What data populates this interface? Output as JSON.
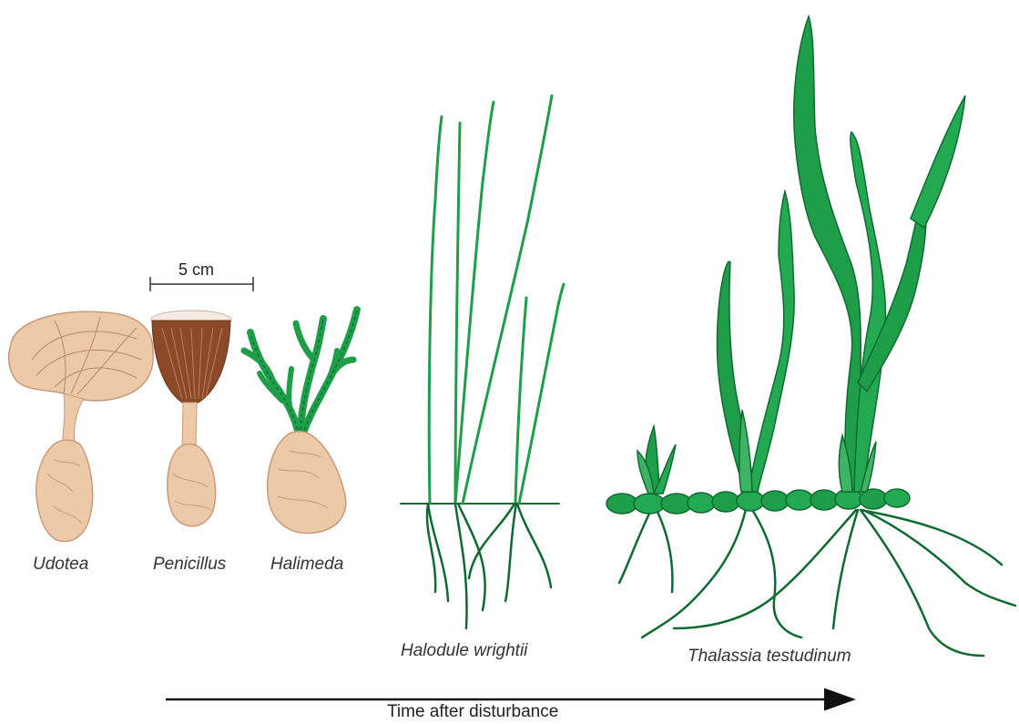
{
  "scale_bar": {
    "label": "5 cm"
  },
  "species": {
    "udotea": "Udotea",
    "penicillus": "Penicillus",
    "halimeda": "Halimeda",
    "halodule": "Halodule wrightii",
    "thalassia": "Thalassia testudinum"
  },
  "axis": {
    "label": "Time after disturbance"
  },
  "colors": {
    "algae_body": "#ecc9a8",
    "algae_shadow": "#d9a98a",
    "penicillus_stalk": "#8a4a2a",
    "seagrass_green": "#1f9e4a",
    "seagrass_dark": "#0f6a31",
    "arrow": "#111111"
  }
}
